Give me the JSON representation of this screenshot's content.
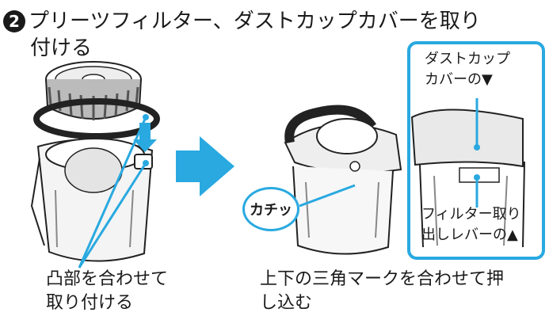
{
  "step": {
    "badge": "❷",
    "line1": "プリーツフィルター、ダストカップカバーを取り",
    "line2": "付ける"
  },
  "callouts": {
    "dust_cup_cover_mark": "ダストカップ\nカバーの▼",
    "filter_lever_mark": "フィルター取り\n出しレバーの▲",
    "click_sound": "カチッ"
  },
  "captions": {
    "left": "凸部を合わせて\n取り付ける",
    "right": "上下の三角マークを合わせて押\nし込む"
  },
  "colors": {
    "accent": "#29a9e0",
    "text": "#1a1a1a"
  }
}
